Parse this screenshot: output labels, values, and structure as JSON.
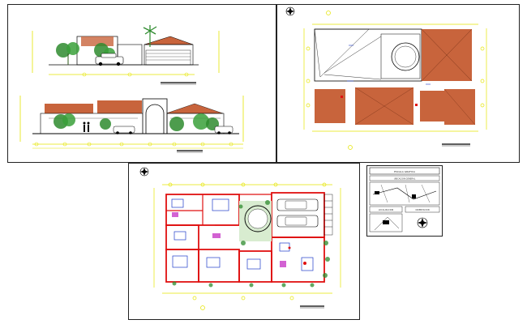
{
  "legend": {
    "title": "ESCALA GRAFICA",
    "subtitle": "UBICACION GENERAL",
    "location_label": "LOCALIZACION",
    "orientation_label": "ORIENTACION"
  },
  "colors": {
    "line": "#000000",
    "dimension": "#e5e500",
    "roof": "#c8643c",
    "wall": "#e01010",
    "vegetation": "#2e8b2e",
    "accent_blue": "#1e3cc8",
    "magenta": "#c83cc8"
  }
}
